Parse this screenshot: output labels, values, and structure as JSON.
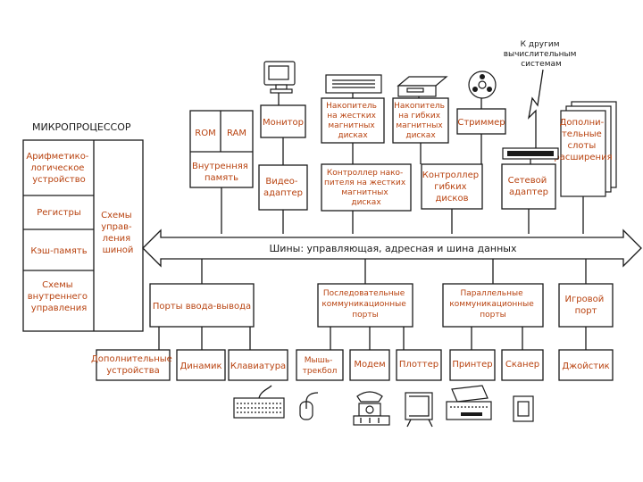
{
  "microprocessor": {
    "title": "МИКРОПРОЦЕССОР",
    "alu": [
      "Арифметико-",
      "логическое",
      "устройство"
    ],
    "registers": "Регистры",
    "cache": "Кэш-память",
    "internal_control": [
      "Схемы",
      "внутреннего",
      "управления"
    ],
    "control_circuits": [
      "Схемы",
      "управ-",
      "ления",
      "шиной"
    ]
  },
  "memory": {
    "rom": "ROM",
    "ram": "RAM",
    "internal_memory": [
      "Внутренняя",
      "память"
    ]
  },
  "top_devices": {
    "monitor": "Монитор",
    "hdd": [
      "Накопитель",
      "на жестких",
      "магнитных",
      "дисках"
    ],
    "fdd": [
      "Накопитель",
      "на гибких",
      "магнитных",
      "дисках"
    ],
    "streamer": "Стриммер",
    "expansion_slots": [
      "Дополни-",
      "тельные",
      "слоты",
      "расширения"
    ]
  },
  "controllers": {
    "video_adapter": [
      "Видео-",
      "адаптер"
    ],
    "hdd_controller": [
      "Контроллер нако-",
      "пителя на жестких",
      "магнитных",
      "дисках"
    ],
    "fdd_controller": [
      "Контроллер",
      "гибких",
      "дисков"
    ],
    "network_adapter": [
      "Сетевой",
      "адаптер"
    ]
  },
  "network_note": [
    "К другим",
    "вычислительным",
    "системам"
  ],
  "bus": {
    "label": "Шины: управляющая, адресная и шина данных"
  },
  "ports": {
    "io_ports": "Порты ввода-вывода",
    "serial_ports": [
      "Последовательные",
      "коммуникационные",
      "порты"
    ],
    "parallel_ports": [
      "Параллельные",
      "коммуникационные",
      "порты"
    ],
    "game_port": [
      "Игровой",
      "порт"
    ]
  },
  "peripherals": {
    "additional": [
      "Дополнительные",
      "устройства"
    ],
    "speaker": "Динамик",
    "keyboard": "Клавиатура",
    "mouse": [
      "Мышь-",
      "трекбол"
    ],
    "modem": "Модем",
    "plotter": "Плоттер",
    "printer": "Принтер",
    "scanner": "Сканер",
    "joystick": "Джойстик"
  },
  "colors": {
    "label": "#b8420f",
    "line": "#1a1a1a",
    "background": "#ffffff"
  }
}
